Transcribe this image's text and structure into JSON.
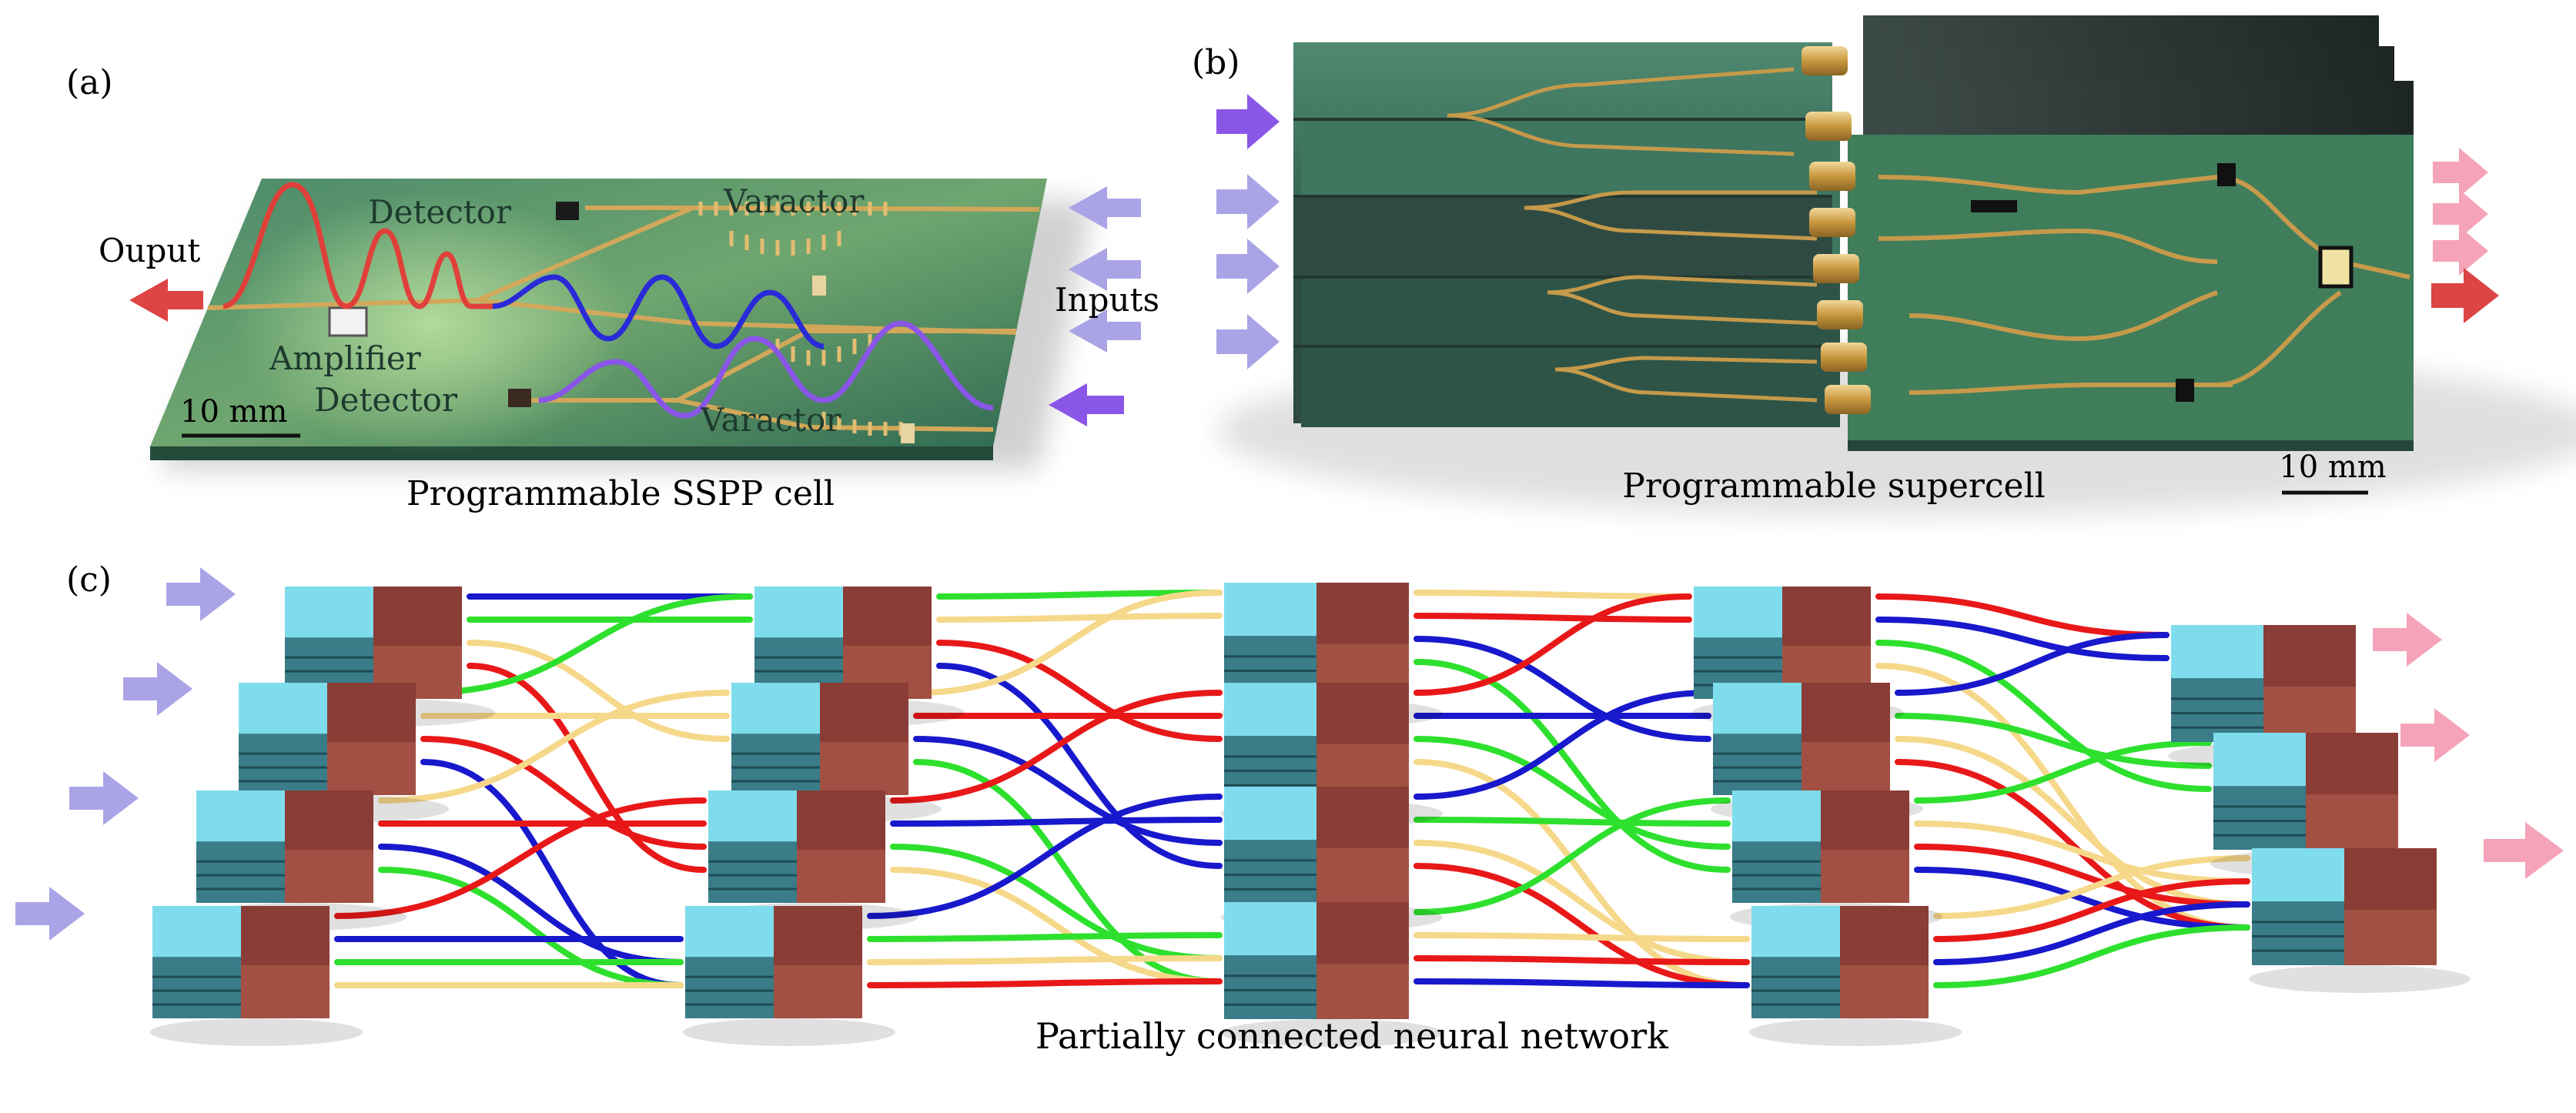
{
  "panel_a": {
    "label": "(a)",
    "caption": "Programmable SSPP cell",
    "output_label": "Ouput",
    "inputs_label": "Inputs",
    "detector_top": "Detector",
    "detector_bottom": "Detector",
    "varactor_top": "Varactor",
    "varactor_bottom": "Varactor",
    "amplifier": "Amplifier",
    "scale_bar": "10 mm"
  },
  "panel_b": {
    "label": "(b)",
    "caption": "Programmable supercell",
    "scale_bar": "10 mm"
  },
  "panel_c": {
    "label": "(c)",
    "caption": "Partially connected neural network"
  },
  "colors": {
    "board_green": "#3f7a5e",
    "trace_gold": "#c59a4a",
    "wave_red": "#e0403a",
    "wave_blue": "#2a2ad8",
    "wave_purple": "#8a56e8",
    "arrow_input": "#aaa4e6",
    "arrow_output": "#f4a3b8",
    "arrow_output_strong": "#dd4444",
    "cube_cyan": "#7fdcec",
    "cube_brown": "#8a3c36",
    "wire_blue": "#1818cc",
    "wire_green": "#2ee02e",
    "wire_yellow": "#f6d88a",
    "wire_red": "#e81818"
  }
}
